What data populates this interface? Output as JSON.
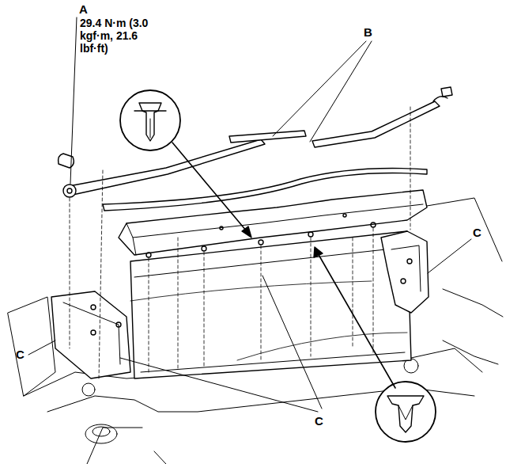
{
  "diagram": {
    "labels": [
      "A",
      "29.4 N·m (3.0 kgf·m, 21.6 lbf·ft)",
      "B",
      "C",
      "C",
      "C"
    ]
  }
}
